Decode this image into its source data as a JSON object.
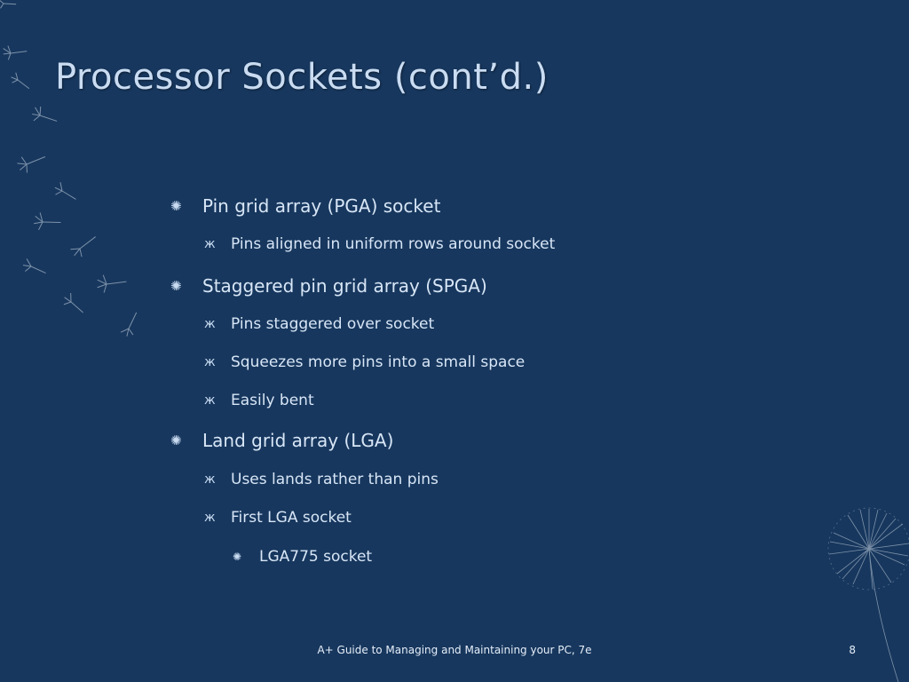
{
  "slide": {
    "title": "Processor Sockets (cont’d.)",
    "footer": "A+ Guide to Managing and Maintaining your PC, 7e",
    "page_number": "8"
  },
  "bullets": [
    {
      "level": 1,
      "text": "Pin grid array (PGA) socket"
    },
    {
      "level": 2,
      "text": "Pins aligned in uniform rows around socket"
    },
    {
      "level": 1,
      "text": "Staggered pin grid array (SPGA)"
    },
    {
      "level": 2,
      "text": "Pins staggered over socket"
    },
    {
      "level": 2,
      "text": "Squeezes more pins into a small space"
    },
    {
      "level": 2,
      "text": "Easily bent"
    },
    {
      "level": 1,
      "text": "Land grid array (LGA)"
    },
    {
      "level": 2,
      "text": "Uses lands rather than pins"
    },
    {
      "level": 2,
      "text": "First LGA socket"
    },
    {
      "level": 3,
      "text": "LGA775 socket"
    }
  ],
  "icons": {
    "level1_bullet": "asterisk-bullet-icon",
    "level2_bullet": "x-bullet-icon",
    "level3_bullet": "asterisk-bullet-icon",
    "decoration": "dandelion-seeds-icon"
  },
  "colors": {
    "background": "#17375e",
    "title": "#c9dcf2",
    "text": "#d8e6f6"
  }
}
